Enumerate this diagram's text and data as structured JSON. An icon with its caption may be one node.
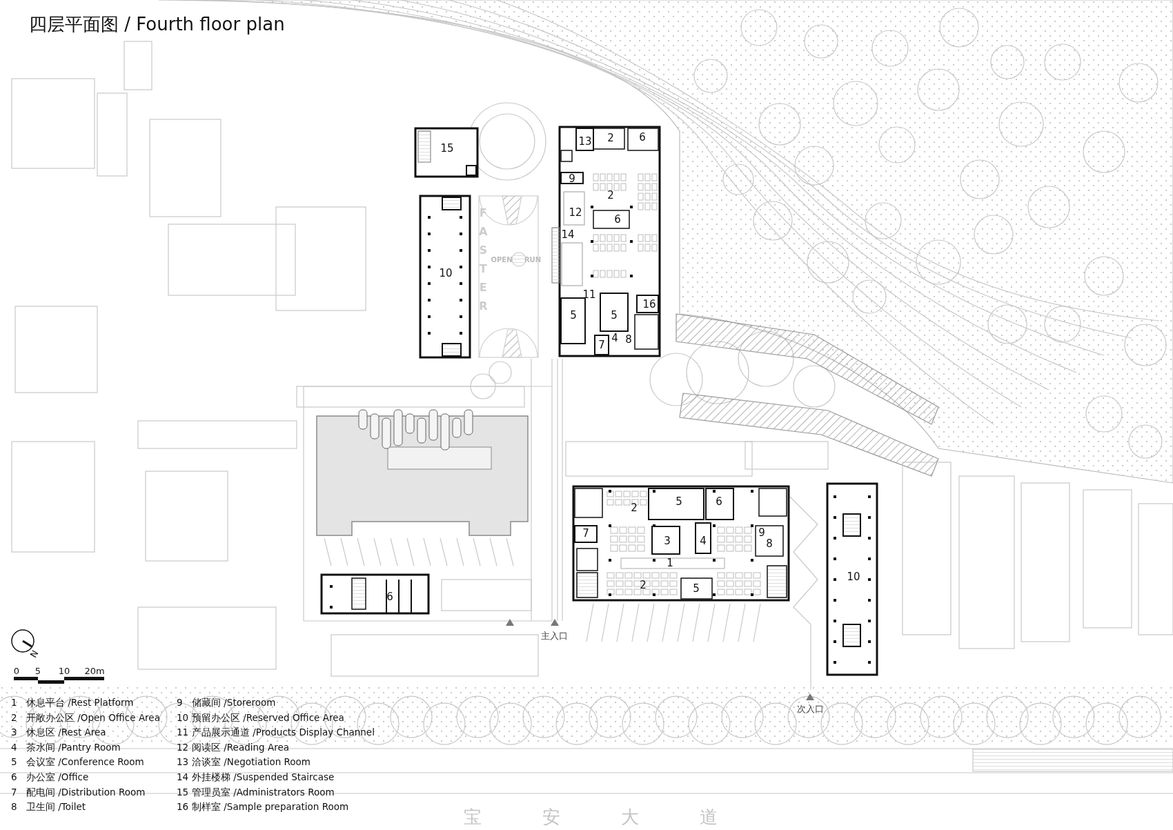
{
  "diagram": {
    "title": "四层平面图 / Fourth floor plan",
    "labels": [
      "15",
      "13",
      "2",
      "6",
      "9",
      "2",
      "12",
      "6",
      "14",
      "10",
      "11",
      "5",
      "5",
      "16",
      "7",
      "4",
      "8",
      "FASTER",
      "OPEN",
      "RUN",
      "2",
      "5",
      "6",
      "7",
      "3",
      "4",
      "9",
      "8",
      "1",
      "2",
      "5",
      "10",
      "6",
      "主入口",
      "次入口",
      "N",
      "0",
      "5",
      "10",
      "20m",
      "1 休息平台 /Rest Platform",
      "2 开敞办公区 /Open Office Area",
      "3 休息区 /Rest Area",
      "4 茶水间 /Pantry Room",
      "5 会议室 /Conference Room",
      "6 办公室 /Office",
      "7 配电间 /Distribution Room",
      "8 卫生间 /Toilet",
      "9 储藏间 /Storeroom",
      "10 预留办公区 /Reserved Office Area",
      "11 产品展示通道 /Products Display Channel",
      "12 阅读区 /Reading Area",
      "13 洽谈室 /Negotiation Room",
      "14 外挂楼梯 /Suspended Staircase",
      "15 管理员室 /Administrators Room",
      "16 制样室 /Sample preparation Room",
      "宝安大道"
    ]
  }
}
